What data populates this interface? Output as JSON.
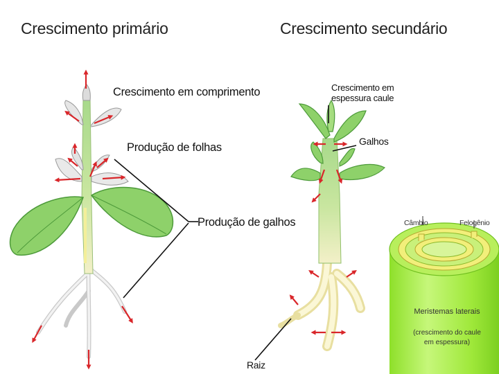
{
  "titles": {
    "primary": "Crescimento primário",
    "secondary": "Crescimento secundário"
  },
  "primary_labels": {
    "length_growth": "Crescimento em comprimento",
    "leaf_production": "Produção de folhas",
    "branch_production": "Produção de galhos"
  },
  "secondary_labels": {
    "thickness_line1": "Crescimento em",
    "thickness_line2": "espessura caule",
    "branches": "Galhos",
    "root": "Raiz"
  },
  "cylinder": {
    "cambium": "Câmbio",
    "phellogen": "Felogênio",
    "lateral_meristems": "Meristemas laterais",
    "caption_line1": "(crescimento do caule",
    "caption_line2": "em espessura)"
  },
  "colors": {
    "leaf": "#8ed16a",
    "leaf_dark": "#4d9a3a",
    "stem_green": "#a7d98a",
    "root": "#f3f0c8",
    "arrow": "#d9262a",
    "cylinder": "#9ee838",
    "ring": "#f2ef7a"
  }
}
